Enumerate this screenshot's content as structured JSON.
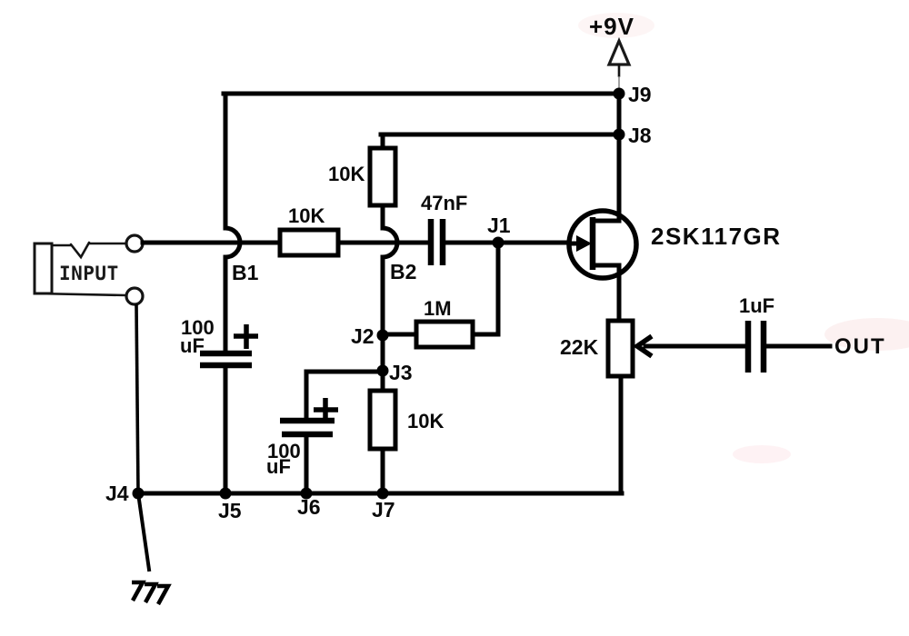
{
  "diagram": {
    "type": "circuit-schematic",
    "description": "JFET preamplifier / buffer schematic with 2SK117GR",
    "colors": {
      "wire": "#000000",
      "background": "#ffffff",
      "power_label": "#ee0000"
    },
    "power_rail": {
      "label": "+9V"
    },
    "input": {
      "label": "INPUT"
    },
    "output": {
      "label": "OUT"
    },
    "transistor": {
      "label": "2SK117GR"
    },
    "resistors": {
      "r_bias_upper": "10K",
      "r_series": "10K",
      "r_gate": "1M",
      "r_source": "10K",
      "pot_output": "22K"
    },
    "capacitors": {
      "c_supply": {
        "line1": "100",
        "line2": "uF"
      },
      "c_coupling": "47nF",
      "c_bypass": {
        "line1": "100",
        "line2": "uF"
      },
      "c_output": "1uF"
    },
    "junctions": {
      "j1": "J1",
      "j2": "J2",
      "j3": "J3",
      "j4": "J4",
      "j5": "J5",
      "j6": "J6",
      "j7": "J7",
      "j8": "J8",
      "j9": "J9"
    },
    "bridges": {
      "b1": "B1",
      "b2": "B2"
    }
  }
}
